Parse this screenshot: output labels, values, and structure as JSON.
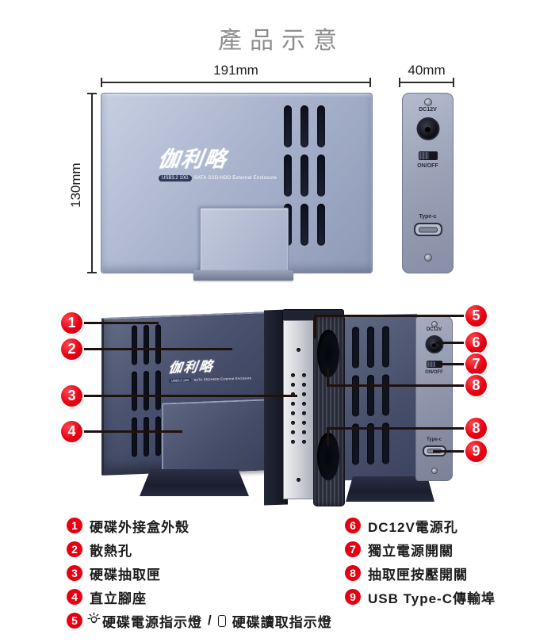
{
  "page": {
    "title": "產品示意"
  },
  "dimensions": {
    "width": "191mm",
    "side_width": "40mm",
    "height": "130mm"
  },
  "product": {
    "brand": "伽利略",
    "badge": "USB3.2 10G",
    "tagline": "SATA SSD/HDD External Enclosure",
    "dc_label": "DC12V",
    "switch_label": "ON/OFF",
    "typec_label": "Type-c"
  },
  "colors": {
    "accent_red": "#e60012",
    "enclosure_light": "#aab4cd",
    "enclosure_dark": "#464d66"
  },
  "callouts": {
    "left": [
      "1",
      "2",
      "3",
      "4"
    ],
    "right": [
      "5",
      "6",
      "7",
      "8",
      "8",
      "9"
    ]
  },
  "legend": {
    "left": [
      {
        "num": "1",
        "label": "硬碟外接盒外殼"
      },
      {
        "num": "2",
        "label": "散熱孔"
      },
      {
        "num": "3",
        "label": "硬碟抽取匣"
      },
      {
        "num": "4",
        "label": "直立腳座"
      }
    ],
    "item5": {
      "num": "5",
      "power_label": "硬碟電源指示燈",
      "separator": "/",
      "read_label": "硬碟讀取指示燈"
    },
    "right": [
      {
        "num": "6",
        "label": "DC12V電源孔"
      },
      {
        "num": "7",
        "label": "獨立電源開關"
      },
      {
        "num": "8",
        "label": "抽取匣按壓開關"
      },
      {
        "num": "9",
        "label": "USB Type-C傳輸埠"
      }
    ]
  }
}
